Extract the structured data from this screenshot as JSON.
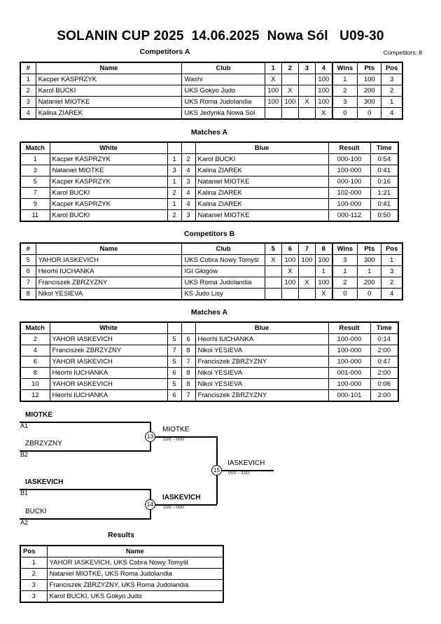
{
  "header": {
    "title": "SOLANIN CUP 2025  14.06.2025  Nowa Sól   U09-30",
    "competitors_a_label": "Competitors A",
    "competitors_count": "Competitors: 8",
    "matches_a_label": "Matches A",
    "competitors_b_label": "Competitors B",
    "matches_b_label": "Matches A",
    "results_label": "Results"
  },
  "competitors_a": {
    "columns": [
      "#",
      "Name",
      "Club",
      "1",
      "2",
      "3",
      "4",
      "Wins",
      "Pts",
      "Pos"
    ],
    "rows": [
      {
        "num": "1",
        "name": "Kacper KASPRZYK",
        "club": "Washi",
        "cells": [
          "X",
          "",
          "",
          "100"
        ],
        "wins": "1",
        "pts": "100",
        "pos": "3"
      },
      {
        "num": "2",
        "name": "Karol BUCKI",
        "club": "UKS Gokyo Judo",
        "cells": [
          "100",
          "X",
          "",
          "100"
        ],
        "wins": "2",
        "pts": "200",
        "pos": "2"
      },
      {
        "num": "3",
        "name": "Nataniel MIOTKE",
        "club": "UKS Roma Judolandia",
        "cells": [
          "100",
          "100",
          "X",
          "100"
        ],
        "wins": "3",
        "pts": "300",
        "pos": "1"
      },
      {
        "num": "4",
        "name": "Kalina ZIAREK",
        "club": "UKS Jedynka Nowa Sól",
        "cells": [
          "",
          "",
          "",
          "X"
        ],
        "wins": "0",
        "pts": "0",
        "pos": "4"
      }
    ]
  },
  "matches_a": {
    "columns": [
      "Match",
      "White",
      "",
      "",
      "Blue",
      "Result",
      "Time"
    ],
    "rows": [
      {
        "match": "1",
        "white": "Kacper KASPRZYK",
        "white_bold": false,
        "wn": "1",
        "bn": "2",
        "blue": "Karol BUCKI",
        "blue_bold": true,
        "result": "000-100",
        "time": "0:54"
      },
      {
        "match": "3",
        "white": "Nataniel MIOTKE",
        "white_bold": true,
        "wn": "3",
        "bn": "4",
        "blue": "Kalina ZIAREK",
        "blue_bold": false,
        "result": "100-000",
        "time": "0:41"
      },
      {
        "match": "5",
        "white": "Kacper KASPRZYK",
        "white_bold": false,
        "wn": "1",
        "bn": "3",
        "blue": "Nataniel MIOTKE",
        "blue_bold": true,
        "result": "000-100",
        "time": "0:16"
      },
      {
        "match": "7",
        "white": "Karol BUCKI",
        "white_bold": true,
        "wn": "2",
        "bn": "4",
        "blue": "Kalina ZIAREK",
        "blue_bold": false,
        "result": "102-000",
        "time": "1:21"
      },
      {
        "match": "9",
        "white": "Kacper KASPRZYK",
        "white_bold": true,
        "wn": "1",
        "bn": "4",
        "blue": "Kalina ZIAREK",
        "blue_bold": false,
        "result": "100-000",
        "time": "0:41"
      },
      {
        "match": "11",
        "white": "Karol BUCKI",
        "white_bold": false,
        "wn": "2",
        "bn": "3",
        "blue": "Nataniel MIOTKE",
        "blue_bold": true,
        "result": "000-112",
        "time": "0:50"
      }
    ]
  },
  "competitors_b": {
    "columns": [
      "#",
      "Name",
      "Club",
      "5",
      "6",
      "7",
      "8",
      "Wins",
      "Pts",
      "Pos"
    ],
    "rows": [
      {
        "num": "5",
        "name": "YAHOR IASKEVICH",
        "club": "UKS Cobra Nowy Tomyśl",
        "cells": [
          "X",
          "100",
          "100",
          "100"
        ],
        "wins": "3",
        "pts": "300",
        "pos": "1"
      },
      {
        "num": "6",
        "name": "Heorhi IUCHANKA",
        "club": "IGI Głogów",
        "cells": [
          "",
          "X",
          "",
          "1"
        ],
        "wins": "1",
        "pts": "1",
        "pos": "3"
      },
      {
        "num": "7",
        "name": "Franciszek ZBRZYZNY",
        "club": "UKS Roma Judolandia",
        "cells": [
          "",
          "100",
          "X",
          "100"
        ],
        "wins": "2",
        "pts": "200",
        "pos": "2"
      },
      {
        "num": "8",
        "name": "Nikol YESIEVA",
        "club": "KS Judo Lisy",
        "cells": [
          "",
          "",
          "",
          "X"
        ],
        "wins": "0",
        "pts": "0",
        "pos": "4"
      }
    ]
  },
  "matches_b": {
    "columns": [
      "Match",
      "White",
      "",
      "",
      "Blue",
      "Result",
      "Time"
    ],
    "rows": [
      {
        "match": "2",
        "white": "YAHOR IASKEVICH",
        "white_bold": true,
        "wn": "5",
        "bn": "6",
        "blue": "Heorhi IUCHANKA",
        "blue_bold": false,
        "result": "100-000",
        "time": "0:14"
      },
      {
        "match": "4",
        "white": "Franciszek ZBRZYZNY",
        "white_bold": true,
        "wn": "7",
        "bn": "8",
        "blue": "Nikol YESIEVA",
        "blue_bold": false,
        "result": "100-000",
        "time": "2:00"
      },
      {
        "match": "6",
        "white": "YAHOR IASKEVICH",
        "white_bold": true,
        "wn": "5",
        "bn": "7",
        "blue": "Franciszek ZBRZYZNY",
        "blue_bold": false,
        "result": "100-000",
        "time": "0:47"
      },
      {
        "match": "8",
        "white": "Heorhi IUCHANKA",
        "white_bold": true,
        "wn": "6",
        "bn": "8",
        "blue": "Nikol YESIEVA",
        "blue_bold": false,
        "result": "001-000",
        "time": "2:00"
      },
      {
        "match": "10",
        "white": "YAHOR IASKEVICH",
        "white_bold": true,
        "wn": "5",
        "bn": "8",
        "blue": "Nikol YESIEVA",
        "blue_bold": false,
        "result": "100-000",
        "time": "0:06"
      },
      {
        "match": "12",
        "white": "Heorhi IUCHANKA",
        "white_bold": false,
        "wn": "6",
        "bn": "7",
        "blue": "Franciszek ZBRZYZNY",
        "blue_bold": true,
        "result": "000-101",
        "time": "2:00"
      }
    ]
  },
  "bracket": {
    "entries": {
      "top1_name": "MIOTKE",
      "top1_seed": "A1",
      "top2_name": "ZBRZYZNY",
      "top2_seed": "B2",
      "bot1_name": "IASKEVICH",
      "bot1_seed": "B1",
      "bot2_name": "BUCKI",
      "bot2_seed": "A2"
    },
    "nodes": {
      "semi1_num": "13",
      "semi1_winner": "MIOTKE",
      "semi1_score": "100 - 000",
      "semi2_num": "14",
      "semi2_winner": "IASKEVICH",
      "semi2_score": "100 - 000",
      "final_num": "15",
      "final_winner": "IASKEVICH",
      "final_score": "000 - 100"
    }
  },
  "results": {
    "columns": [
      "Pos",
      "Name"
    ],
    "rows": [
      {
        "pos": "1",
        "name": "YAHOR IASKEVICH, UKS Cobra Nowy Tomyśl"
      },
      {
        "pos": "2",
        "name": "Nataniel MIOTKE, UKS Roma Judolandia"
      },
      {
        "pos": "3",
        "name": "Franciszek ZBRZYZNY, UKS Roma Judolandia"
      },
      {
        "pos": "3",
        "name": "Karol BUCKI, UKS Gokyo Judo"
      }
    ]
  }
}
